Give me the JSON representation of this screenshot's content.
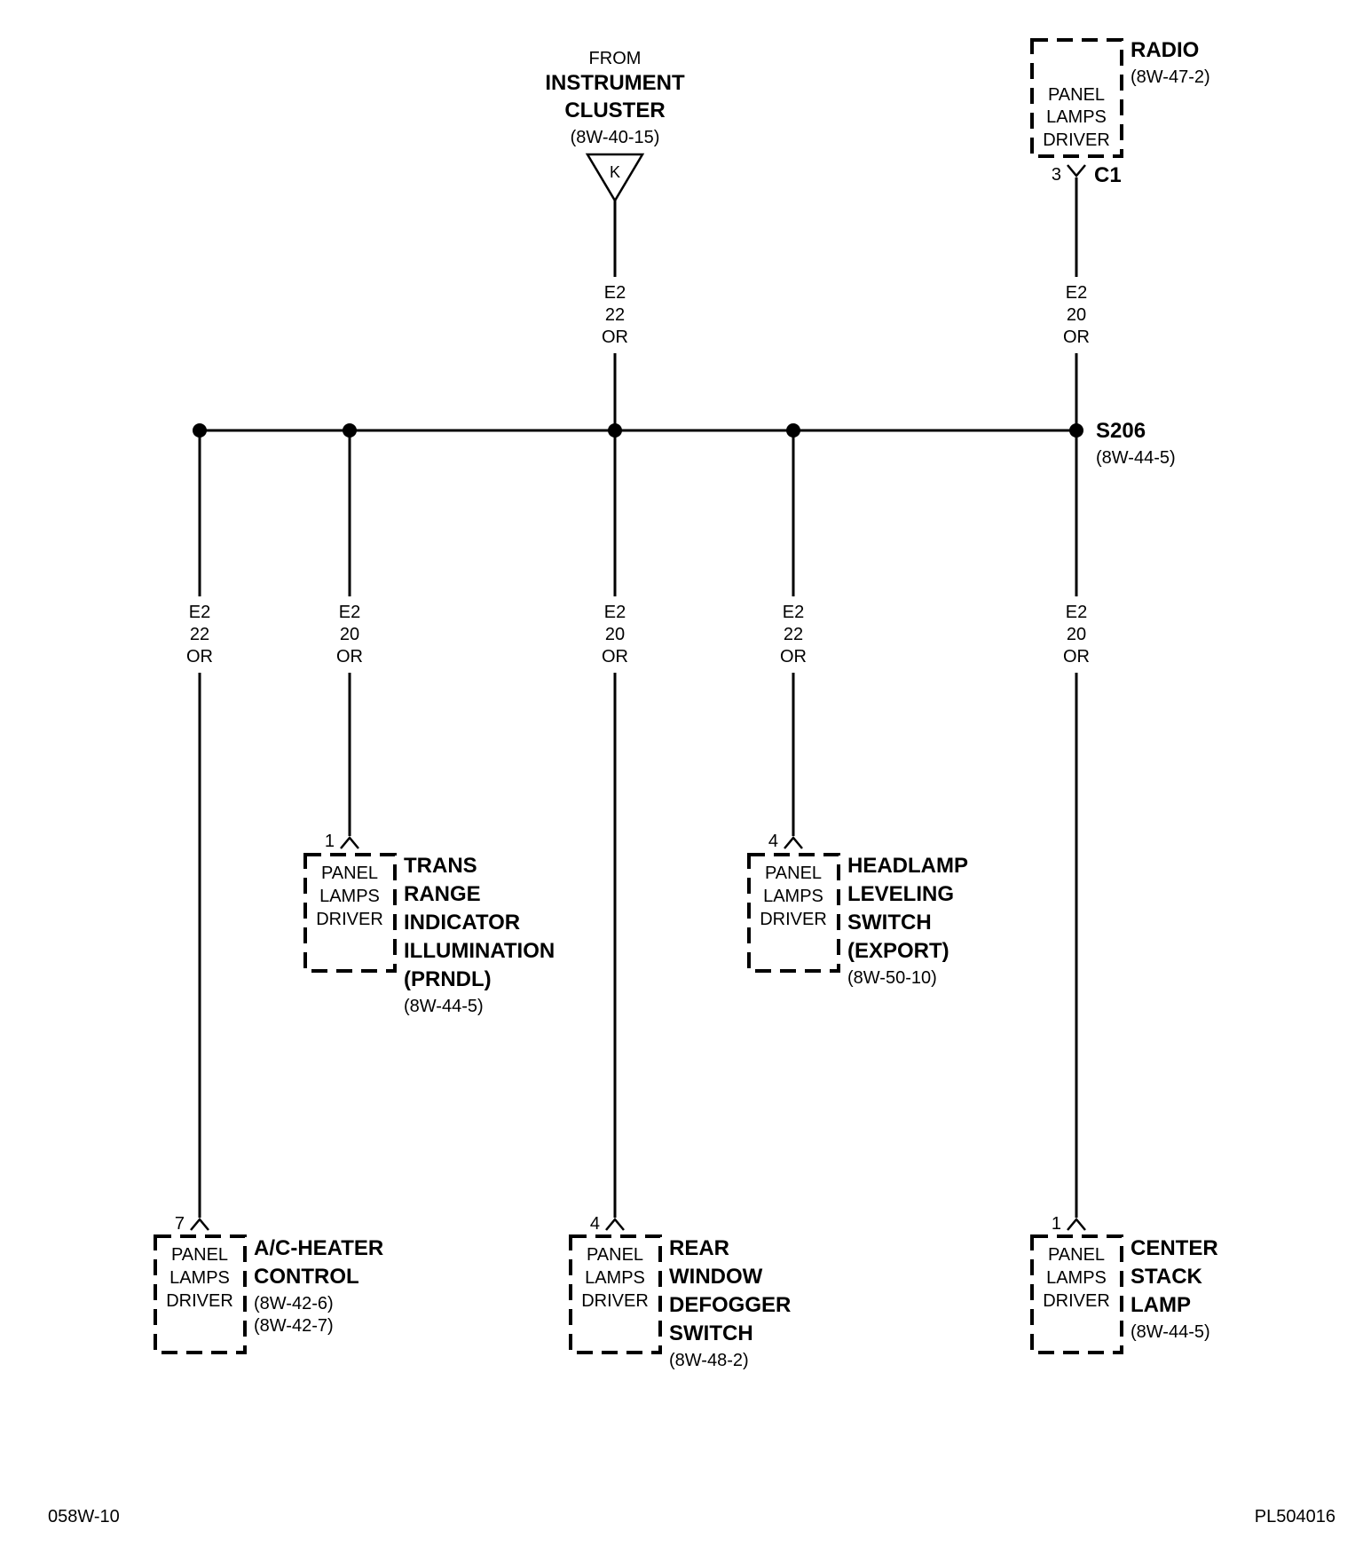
{
  "source": {
    "from": "FROM",
    "name_lines": [
      "INSTRUMENT",
      "CLUSTER"
    ],
    "ref": "(8W-40-15)",
    "connector_letter": "K"
  },
  "radio": {
    "name": "RADIO",
    "ref": "(8W-47-2)",
    "box_lines": [
      "PANEL",
      "LAMPS",
      "DRIVER"
    ],
    "pin": "3",
    "connector": "C1"
  },
  "splice": {
    "name": "S206",
    "ref": "(8W-44-5)"
  },
  "wires": {
    "source": [
      "E2",
      "22",
      "OR"
    ],
    "radio": [
      "E2",
      "20",
      "OR"
    ],
    "ac_heater": [
      "E2",
      "22",
      "OR"
    ],
    "trans_range": [
      "E2",
      "20",
      "OR"
    ],
    "rear_window": [
      "E2",
      "20",
      "OR"
    ],
    "headlamp": [
      "E2",
      "22",
      "OR"
    ],
    "center_stack": [
      "E2",
      "20",
      "OR"
    ]
  },
  "components": {
    "trans_range": {
      "pin": "1",
      "box_lines": [
        "PANEL",
        "LAMPS",
        "DRIVER"
      ],
      "name_lines": [
        "TRANS",
        "RANGE",
        "INDICATOR",
        "ILLUMINATION",
        "(PRNDL)"
      ],
      "refs": [
        "(8W-44-5)"
      ]
    },
    "headlamp": {
      "pin": "4",
      "box_lines": [
        "PANEL",
        "LAMPS",
        "DRIVER"
      ],
      "name_lines": [
        "HEADLAMP",
        "LEVELING",
        "SWITCH",
        "(EXPORT)"
      ],
      "refs": [
        "(8W-50-10)"
      ]
    },
    "ac_heater": {
      "pin": "7",
      "box_lines": [
        "PANEL",
        "LAMPS",
        "DRIVER"
      ],
      "name_lines": [
        "A/C-HEATER",
        "CONTROL"
      ],
      "refs": [
        "(8W-42-6)",
        "(8W-42-7)"
      ]
    },
    "rear_window": {
      "pin": "4",
      "box_lines": [
        "PANEL",
        "LAMPS",
        "DRIVER"
      ],
      "name_lines": [
        "REAR",
        "WINDOW",
        "DEFOGGER",
        "SWITCH"
      ],
      "refs": [
        "(8W-48-2)"
      ]
    },
    "center_stack": {
      "pin": "1",
      "box_lines": [
        "PANEL",
        "LAMPS",
        "DRIVER"
      ],
      "name_lines": [
        "CENTER",
        "STACK",
        "LAMP"
      ],
      "refs": [
        "(8W-44-5)"
      ]
    }
  },
  "footer": {
    "left": "058W-10",
    "right": "PL504016"
  }
}
